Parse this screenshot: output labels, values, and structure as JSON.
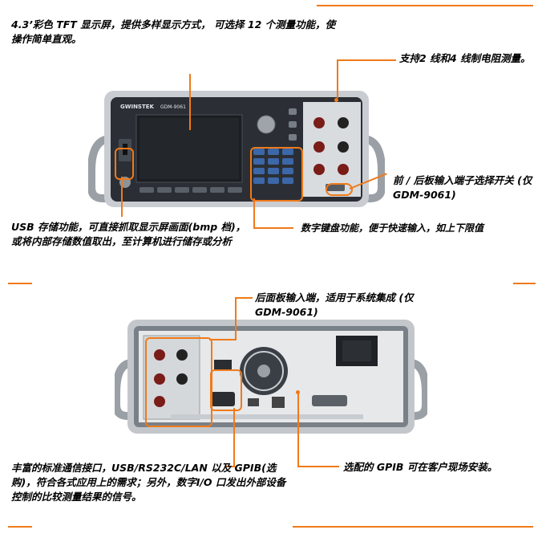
{
  "captions": {
    "display": "4.3’彩色 TFT 显示屏，提供多样显示方式， 可选择 12 个测量功能，使操作简单直观。",
    "resistance": "支持2 线和4 线制电阻测量。",
    "terminal_switch": "前 / 后板输入端子选择开关 (仅 GDM-9061)",
    "usb": "USB 存储功能，可直接抓取显示屏画面(bmp 档)，或将内部存储数值取出，至计算机进行储存或分析",
    "keypad": "数字键盘功能，便于快速输入，如上下限值",
    "rear_input": "后面板输入端，适用于系统集成 (仅 GDM-9061)",
    "interfaces": "丰富的标准通信接口，USB/RS232C/LAN 以及 GPIB(选购)，符合各式应用上的需求；另外，数字I/O 口发出外部设备控制的比较测量结果的信号。",
    "gpib": "选配的 GPIB 可在客户现场安装。"
  },
  "device": {
    "brand": "GWINSTEK",
    "model": "GDM-9061"
  },
  "colors": {
    "accent": "#f07a1a",
    "chassis": "#c9cdd2",
    "dark": "#2b2f35"
  }
}
